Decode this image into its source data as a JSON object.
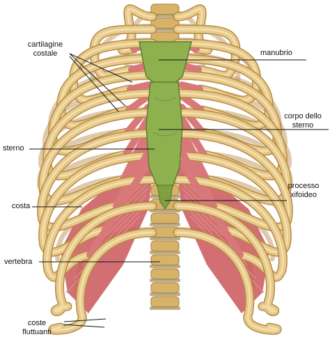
{
  "colors": {
    "bone": "#e7c98a",
    "bone_shadow": "#b58a45",
    "bone_light": "#f6e3b4",
    "cartilage": "#d9787a",
    "muscle": "#c9565a",
    "muscle_light": "#e08a86",
    "sternum": "#8fb04f",
    "sternum_shadow": "#5d7d2e",
    "spine": "#d7b36a",
    "leader": "#111111"
  },
  "labels": {
    "cartilagine_costale": [
      "cartilagine",
      "costale"
    ],
    "manubrio": "manubrio",
    "corpo_dello_sterno": [
      "corpo dello",
      "sterno"
    ],
    "sterno": "sterno",
    "costa": "costa",
    "processo_xifoideo": [
      "processo",
      "xifoideo"
    ],
    "vertebra": "vertebra",
    "coste_fluttuanti": [
      "coste",
      "fluttuanti"
    ]
  }
}
